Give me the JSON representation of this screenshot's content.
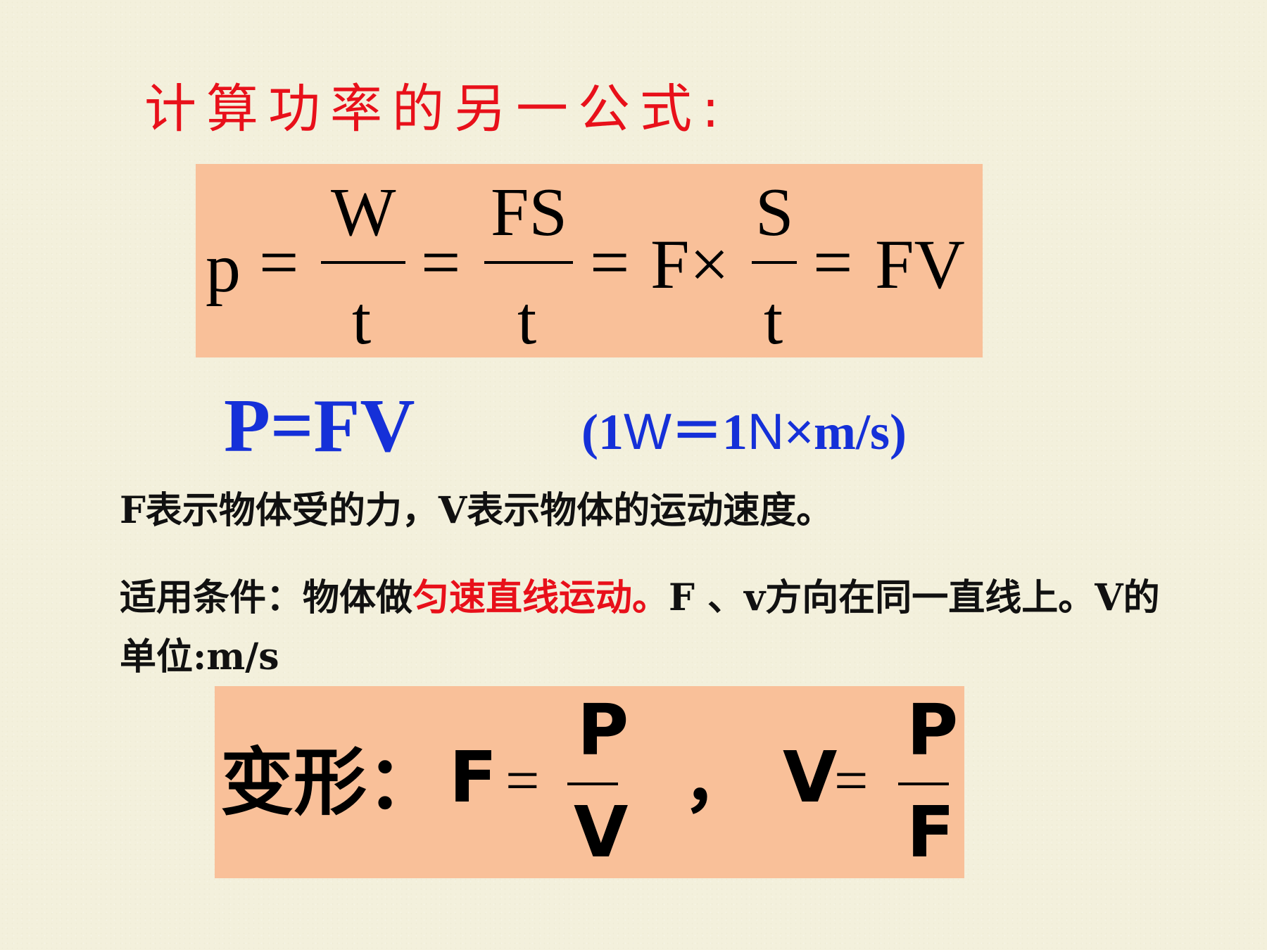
{
  "title": "计算功率的另一公式:",
  "formula1": {
    "lhs": "p",
    "eq1": "=",
    "frac1_num": "W",
    "frac1_den": "t",
    "eq2": "=",
    "frac2_num": "FS",
    "frac2_den": "t",
    "eq3": "=",
    "f_times": "F×",
    "frac3_num": "S",
    "frac3_den": "t",
    "eq4": "=",
    "result": "FV"
  },
  "main_formula": "P=FV",
  "unit_relation": {
    "open": "(1",
    "w": "W",
    "eq": "＝1",
    "n": "N",
    "times": "×",
    "rest": "m/s)"
  },
  "description": "F表示物体受的力，V表示物体的运动速度。",
  "condition": {
    "prefix": "适用条件：物体做",
    "highlight": "匀速直线运动。",
    "suffix": "F 、v方向在同一直线上。V的单位:m/s"
  },
  "formula2": {
    "label": "变形：",
    "var1": "F",
    "eq1": "=",
    "num1": "P",
    "den1": "V",
    "sep": "，",
    "var2": "V",
    "eq2": "=",
    "num2": "P",
    "den2": "F"
  },
  "colors": {
    "background": "#f3f0dc",
    "box": "#f9c099",
    "title_red": "#e8101a",
    "blue": "#1530d8"
  }
}
